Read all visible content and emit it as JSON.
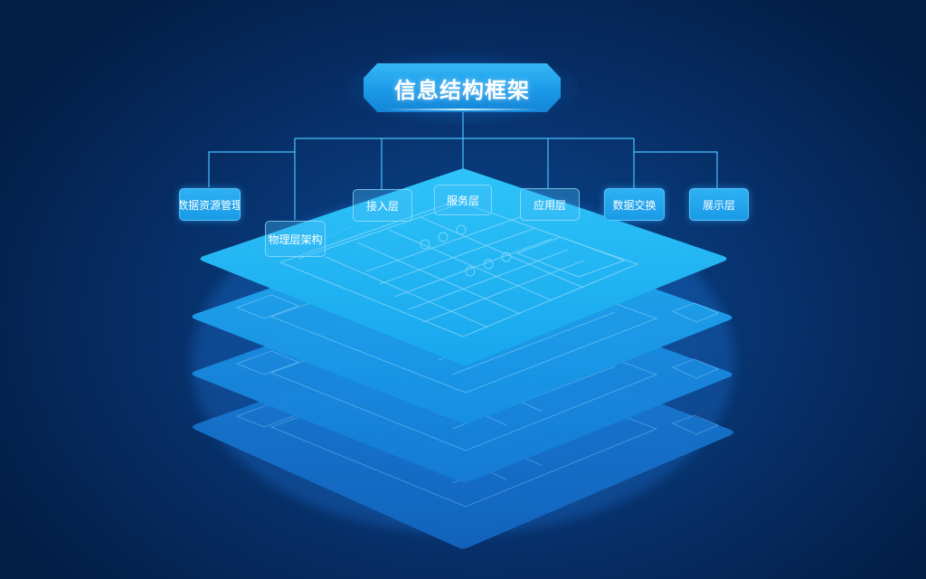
{
  "title": "信息结构框架",
  "colors": {
    "background_center": "#0a4a95",
    "background_edge": "#041d47",
    "title_fill": "#1a9ae8",
    "label_fill": "#1a9ae6",
    "connector": "#4cc0ff",
    "layer_1": "#1fb2f2",
    "layer_2": "#1a9ce8",
    "layer_3": "#1888df",
    "layer_4": "#1672cf",
    "wireframe_line": "#9fe2ff"
  },
  "labels": [
    {
      "text": "数据资源管理",
      "legible": false
    },
    {
      "text": "物理层架构",
      "legible": false
    },
    {
      "text": "接入层",
      "legible": false
    },
    {
      "text": "服务层",
      "legible": false
    },
    {
      "text": "应用层",
      "legible": false
    },
    {
      "text": "数据交换",
      "legible": false
    },
    {
      "text": "展示层",
      "legible": false
    }
  ],
  "layers": [
    {
      "name": "layer-1",
      "content": "wireframe-ui-grid"
    },
    {
      "name": "layer-2",
      "content": "wireframe-ui-grid"
    },
    {
      "name": "layer-3",
      "content": "wireframe-ui-grid"
    },
    {
      "name": "layer-4",
      "content": "wireframe-ui-grid"
    }
  ]
}
